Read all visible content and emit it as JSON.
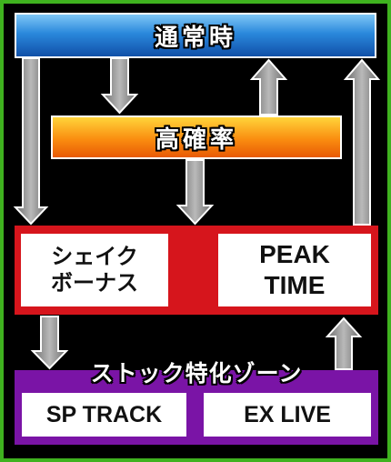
{
  "states": {
    "normal": "通常時",
    "high_prob": "高確率",
    "shake_bonus_line1": "シェイク",
    "shake_bonus_line2": "ボーナス",
    "peak_time_line1": "PEAK",
    "peak_time_line2": "TIME",
    "stock_zone": "ストック特化ゾーン",
    "sp_track": "SP TRACK",
    "ex_live": "EX LIVE"
  },
  "colors": {
    "frame_green": "#3fb21f",
    "normal_blue": "#2a88dc",
    "high_orange": "#fa8d10",
    "bonus_red": "#d6151c",
    "zone_purple": "#7a14a6",
    "arrow_gray": "#8a8a8a"
  }
}
